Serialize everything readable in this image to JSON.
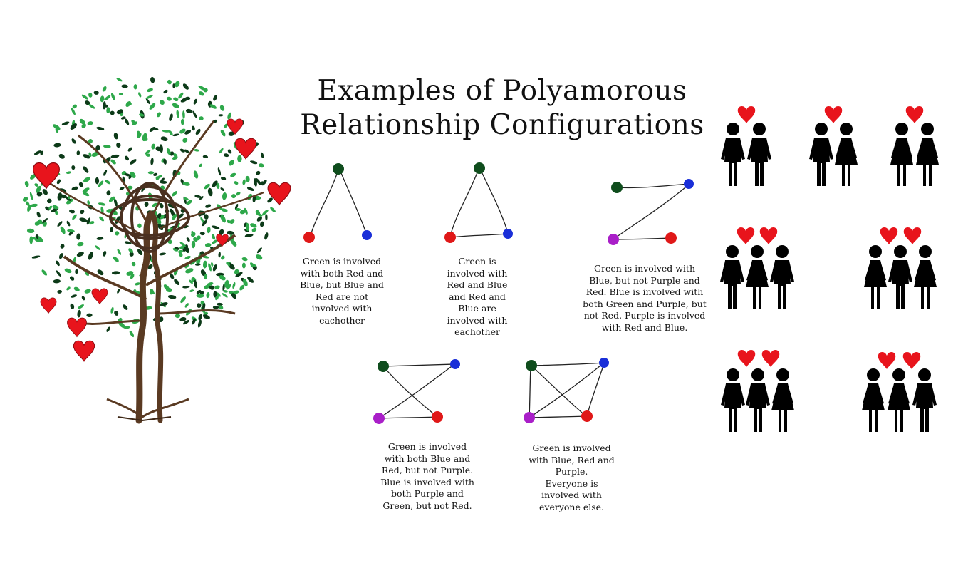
{
  "title": {
    "line1": "Examples of Polyamorous",
    "line2": "Relationship Configurations"
  },
  "colors": {
    "green": "#0f4d1d",
    "red": "#e01818",
    "blue": "#1a2fd8",
    "purple": "#a91fc8",
    "heart": "#e8141c",
    "trunk": "#5a3a22",
    "leaf_light": "#2ea84a",
    "leaf_dark": "#0c3a18",
    "figure": "#000000"
  },
  "diagrams": [
    {
      "id": "vee",
      "caption": [
        "Green is involved",
        "with both Red and",
        "Blue, but Blue and",
        "Red are not",
        "involved with",
        "eachother"
      ]
    },
    {
      "id": "triad",
      "caption": [
        "Green is",
        "involved with",
        "Red and Blue",
        "and Red and",
        "Blue are",
        "involved with",
        "eachother"
      ]
    },
    {
      "id": "chain",
      "caption": [
        "Green is involved with",
        "Blue, but not Purple and",
        "Red. Blue is involved with",
        "both Green and Purple, but",
        "not Red. Purple is involved",
        "with Red and Blue."
      ]
    },
    {
      "id": "quad",
      "caption": [
        "Green is involved",
        "with both Blue and",
        "Red, but not Purple.",
        "Blue is involved with",
        "both Purple and",
        "Green, but not Red."
      ]
    },
    {
      "id": "full",
      "caption": [
        "Green is involved",
        "with Blue, Red and",
        "Purple.",
        "Everyone is",
        "involved with",
        "everyone else."
      ]
    }
  ],
  "icons": {
    "tree": "heart-tree-icon",
    "knot": "infinity-knot-icon",
    "couple": "couple-with-heart-icon",
    "triad": "triad-with-hearts-icon"
  }
}
